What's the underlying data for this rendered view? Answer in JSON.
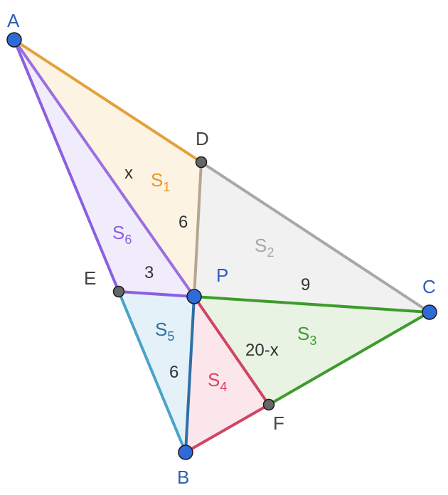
{
  "points": {
    "A": "A",
    "B": "B",
    "C": "C",
    "D": "D",
    "E": "E",
    "F": "F",
    "P": "P"
  },
  "regions": {
    "S1": {
      "name": "S",
      "sub": "1",
      "color": "#e8972a"
    },
    "S2": {
      "name": "S",
      "sub": "2",
      "color": "#a6a6a6"
    },
    "S3": {
      "name": "S",
      "sub": "3",
      "color": "#3e9b2d"
    },
    "S4": {
      "name": "S",
      "sub": "4",
      "color": "#d9435f"
    },
    "S5": {
      "name": "S",
      "sub": "5",
      "color": "#2e6fa6"
    },
    "S6": {
      "name": "S",
      "sub": "6",
      "color": "#8a5fe0"
    }
  },
  "values": {
    "S1": "x",
    "S1b": "6",
    "S6": "3",
    "S5": "6",
    "S2": "9",
    "S3": "20-x"
  },
  "colors": {
    "main_point": "#2f6bd8",
    "aux_point": "#555555",
    "point_label_blue": "#2e5fb8",
    "point_label_gray": "#444444"
  }
}
